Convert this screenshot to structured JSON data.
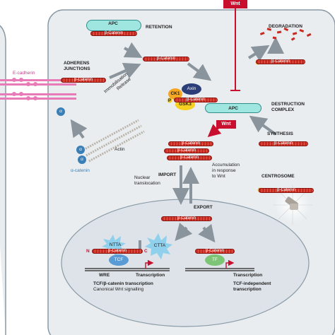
{
  "signal": {
    "wnt_top": "Wnt",
    "wnt_arrow": "Wnt"
  },
  "headings": {
    "retention": "RETENTION",
    "degradation": "DEGRADATION",
    "adherens_1": "ADHERENS",
    "adherens_2": "JUNCTIONS",
    "destruction_1": "DESTRUCTION",
    "destruction_2": "COMPLEX",
    "synthesis": "SYNTHESIS",
    "centrosome": "CENTROSOME",
    "import": "IMPORT",
    "export": "EXPORT"
  },
  "proteins": {
    "apc": "APC",
    "apc_complex": "APC",
    "axin": "Axin",
    "ck1": "CK1",
    "gsk3": "GSK3",
    "ecadherin": "E-cadherin",
    "alpha": "α",
    "alpha_catenin": "α-catenin",
    "actin": "Actin",
    "tcf": "TCF",
    "tf": "TF",
    "ntta": "NTTA",
    "ctta": "CTTA",
    "wre": "WRE",
    "n_term": "N",
    "c_term": "C",
    "p": "P"
  },
  "bcat": {
    "retention": "β-Catenin",
    "release": "β-Catenin",
    "degradation": "β-Catenin",
    "junction": "β-Catenin",
    "destruction": "β-Catenin",
    "synthesis": "β-Catenin",
    "accum_1": "β-Catenin",
    "accum_2": "β-Catenin",
    "accum_3": "β-Catenin",
    "centrosome": "β-Catenin",
    "nuclear": "β-Catenin",
    "tcf_bound": "β-Catenin",
    "tf_bound": "β-Catenin"
  },
  "notes": {
    "immobilisation": "Immobilisation",
    "release": "Release",
    "accum_1": "Accumulation",
    "accum_2": "in response",
    "accum_3": "to Wnt",
    "nuclear_1": "Nuclear",
    "nuclear_2": "translocation",
    "transcription_left": "Transcription",
    "transcription_right": "Transcription"
  },
  "captions": {
    "left_1": "TCF/β-catenin transcription",
    "left_2": "Canonical Wnt signalling",
    "right_1": "TCF-independent",
    "right_2": "transcription"
  },
  "colors": {
    "cell_fill": "#e9edf0",
    "nucleus_fill": "#dde3e8",
    "membrane": "#8a9aa6",
    "catenin_red": "#c82a22",
    "apc_teal": "#9fe6e0",
    "wnt_red": "#c8102e",
    "cadherin_pink": "#e87ab8",
    "alpha_blue": "#3a7fb5",
    "axin_navy": "#2c3e7a",
    "ck1_orange": "#f5a623",
    "gsk3_yellow": "#f5d020",
    "tcf_blue": "#5b9bd5",
    "tf_green": "#7cc576",
    "arrow_grey": "#8a949c"
  }
}
